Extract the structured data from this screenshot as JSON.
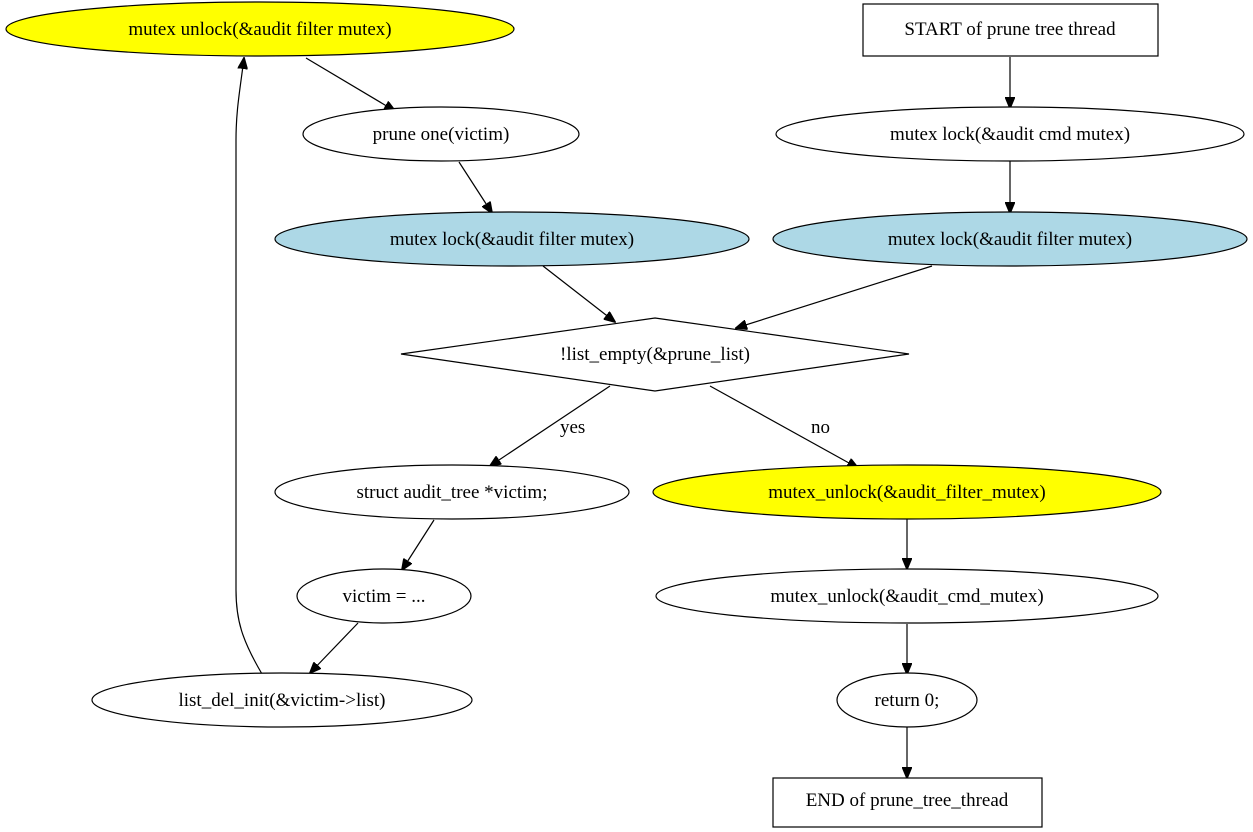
{
  "colors": {
    "highlight_yellow": "#ffff00",
    "lock_blue": "#add8e6",
    "default_fill": "#ffffff",
    "stroke": "#000000"
  },
  "nodes": {
    "unlock_filter_top": "mutex  unlock(&audit  filter  mutex)",
    "start": "START of prune  tree  thread",
    "prune_one": "prune  one(victim)",
    "lock_cmd": "mutex  lock(&audit  cmd  mutex)",
    "lock_filter_left": "mutex  lock(&audit  filter  mutex)",
    "lock_filter_right": "mutex  lock(&audit  filter  mutex)",
    "decision": "!list_empty(&prune_list)",
    "struct_victim": "struct audit_tree *victim;",
    "unlock_filter_bottom": "mutex_unlock(&audit_filter_mutex)",
    "victim_assign": "victim = ...",
    "unlock_cmd": "mutex_unlock(&audit_cmd_mutex)",
    "list_del": "list_del_init(&victim->list)",
    "return_zero": "return 0;",
    "end": "END of prune_tree_thread"
  },
  "edge_labels": {
    "yes": "yes",
    "no": "no"
  }
}
